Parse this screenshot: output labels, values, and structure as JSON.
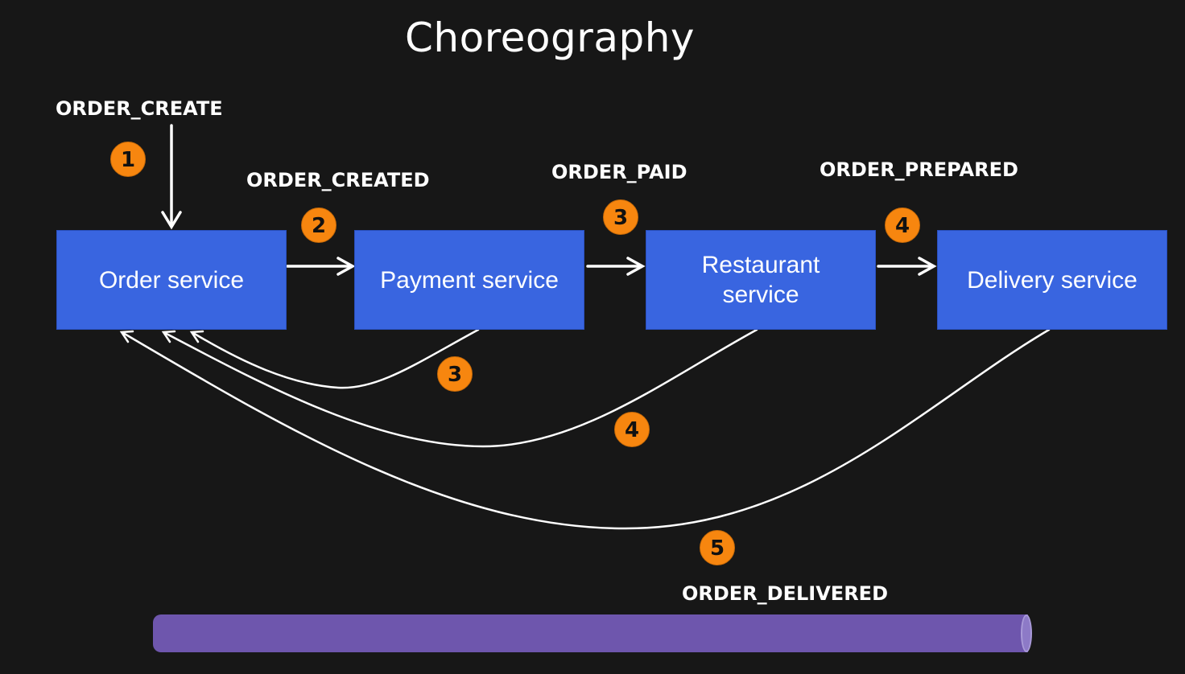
{
  "title": "Choreography",
  "events": {
    "order_create": "ORDER_CREATE",
    "order_created": "ORDER_CREATED",
    "order_paid": "ORDER_PAID",
    "order_prepared": "ORDER_PREPARED",
    "order_delivered": "ORDER_DELIVERED"
  },
  "services": [
    {
      "label": "Order service"
    },
    {
      "label": "Payment service"
    },
    {
      "label": "Restaurant\nservice"
    },
    {
      "label": "Delivery service"
    }
  ],
  "steps": {
    "create": "1",
    "created": "2",
    "paid_forward": "3",
    "prepared_forward": "4",
    "paid_return": "3",
    "prepared_return": "4",
    "delivered_return": "5"
  },
  "colors": {
    "background": "#171717",
    "service_box": "#3965e0",
    "step_badge": "#f7860f",
    "event_bus": "#6e56ad",
    "arrow": "#ffffff"
  }
}
